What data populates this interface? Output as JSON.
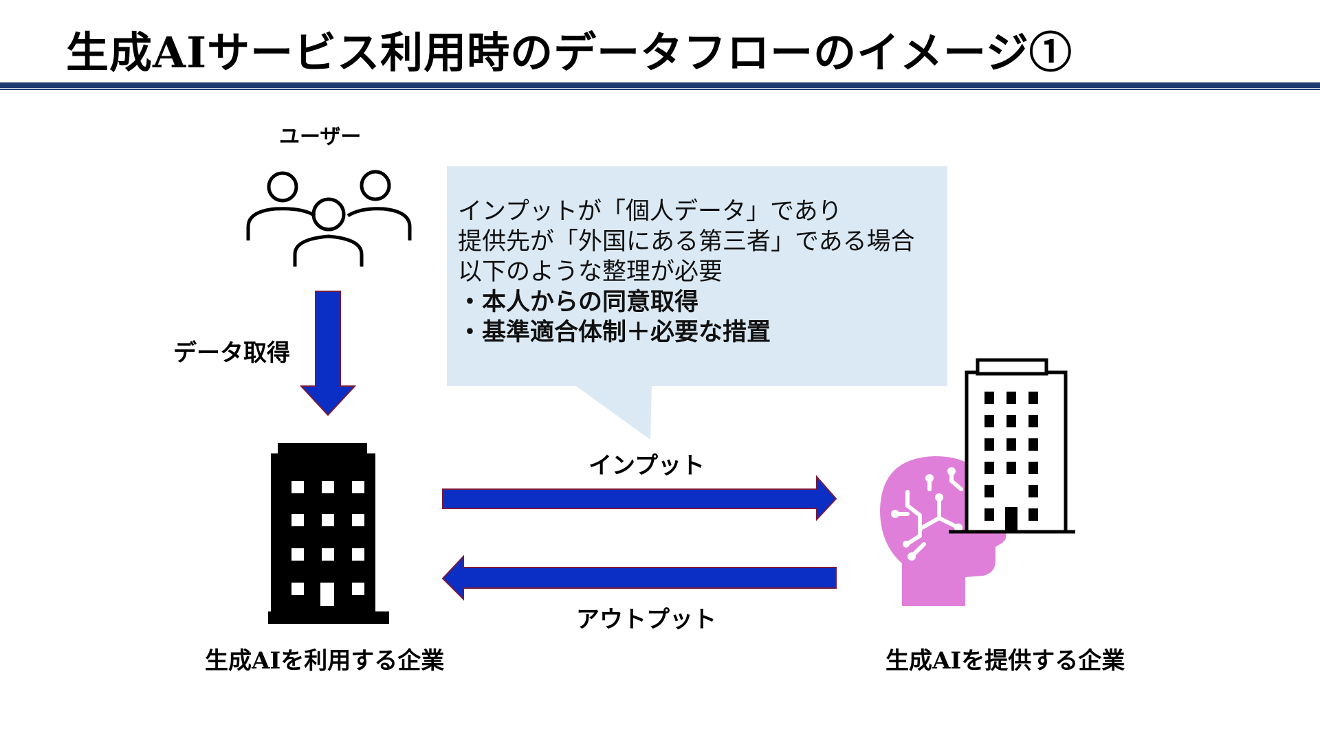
{
  "title": "生成AIサービス利用時のデータフローのイメージ①",
  "labels": {
    "users": "ユーザー",
    "data_acquisition": "データ取得",
    "input": "インプット",
    "output": "アウトプット",
    "user_company": "生成AIを利用する企業",
    "provider_company": "生成AIを提供する企業"
  },
  "callout": {
    "lines": [
      "インプットが「個人データ」であり",
      "提供先が「外国にある第三者」である場合",
      "以下のような整理が必要"
    ],
    "bullets": [
      "・本人からの同意取得",
      "・基準適合体制＋必要な措置"
    ]
  },
  "icons": {
    "users": "users-group-icon",
    "user_company": "office-building-icon",
    "provider_company": "office-building-icon",
    "ai": "ai-head-icon"
  },
  "colors": {
    "arrow": "#0b2fc4",
    "arrow_border": "#7a1a3a",
    "callout_bg": "#dbe9f4",
    "ai_head": "#e07fd9",
    "title_rule": "#1f3a6e"
  }
}
